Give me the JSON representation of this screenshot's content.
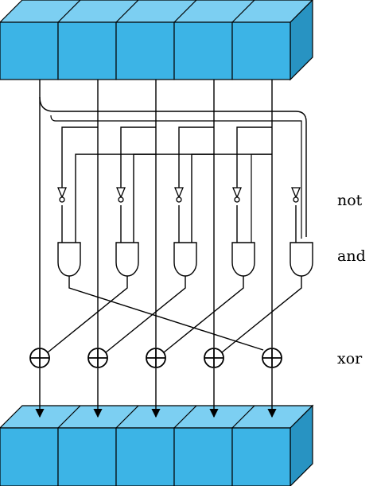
{
  "diagram": {
    "labels": {
      "not": "not",
      "and": "and",
      "xor": "xor"
    },
    "lanes": 5,
    "colors": {
      "cube_front": "#3cb4e6",
      "cube_top": "#7ccff2",
      "cube_side": "#2893c2",
      "line": "#000000",
      "gate_fill": "#ffffff"
    },
    "icons": [
      "not-gate-icon",
      "and-gate-icon",
      "xor-gate-icon",
      "arrow-down-icon"
    ]
  }
}
